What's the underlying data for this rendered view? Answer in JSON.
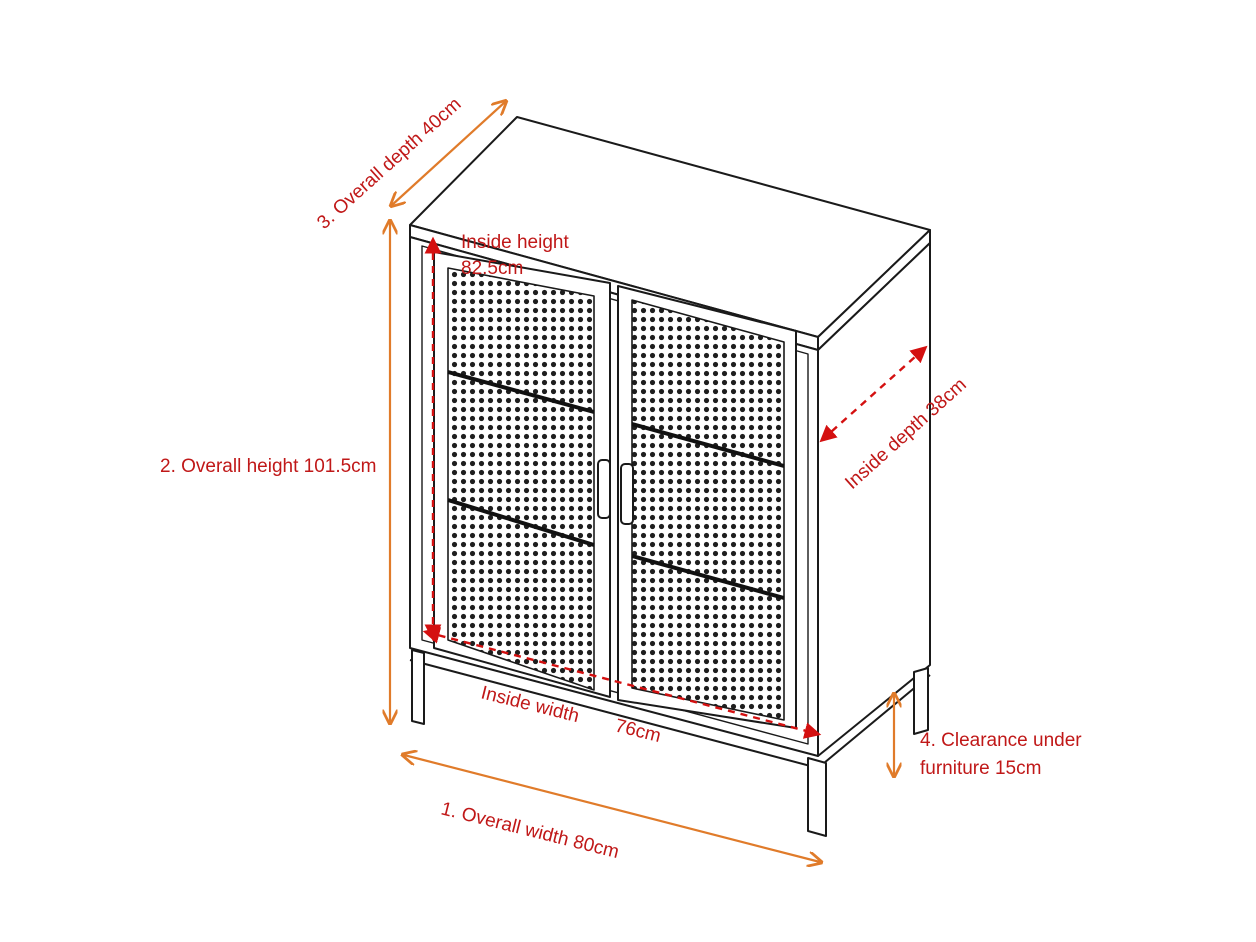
{
  "colors": {
    "outline": "#1a1a1a",
    "mesh": "#2a2a2a",
    "overall_arrow": "#e07b2a",
    "inside_arrow": "#d41010",
    "label_text": "#c01818"
  },
  "labels": {
    "overall_depth": "3. Overall depth 40cm",
    "overall_height": "2.  Overall height 101.5cm",
    "inside_height_line1": "Inside height",
    "inside_height_line2": "82.5cm",
    "inside_depth": "Inside depth 38cm",
    "inside_width_label": "Inside width",
    "inside_width_value": "76cm",
    "clearance_line1": "4. Clearance under",
    "clearance_line2": "furniture 15cm",
    "overall_width": "1.  Overall width 80cm"
  }
}
